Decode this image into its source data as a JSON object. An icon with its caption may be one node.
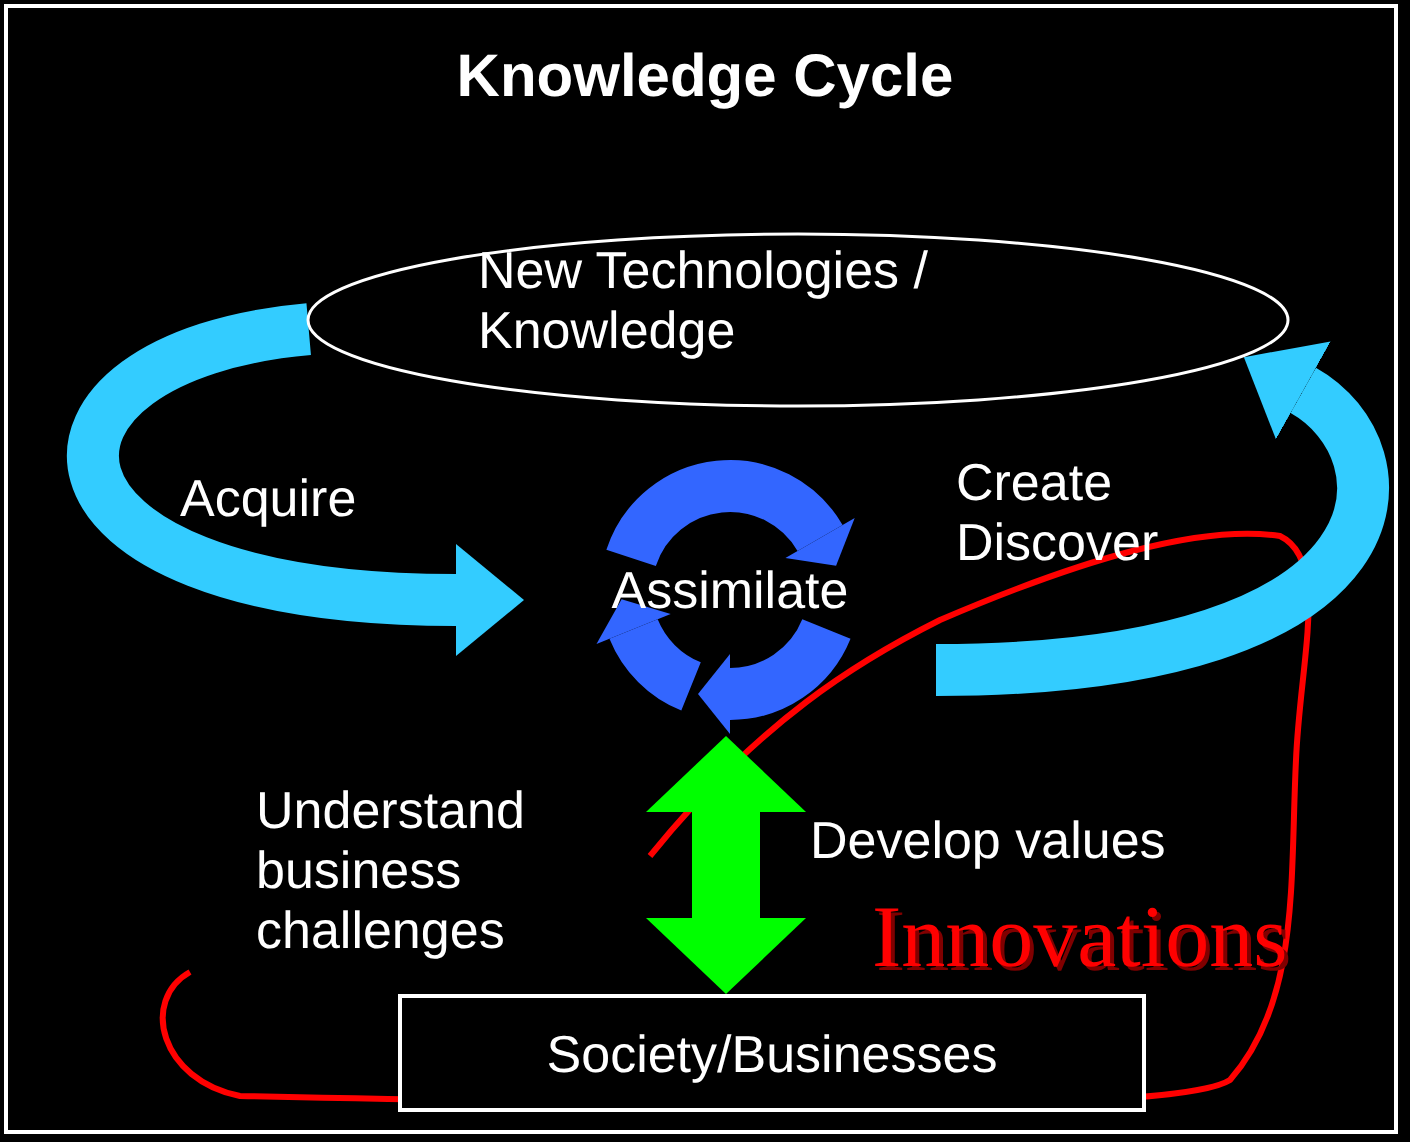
{
  "diagram": {
    "title": "Knowledge Cycle",
    "nodes": [
      {
        "text": [
          "New Technologies / Knowledge"
        ]
      },
      {
        "text": [
          "Assimilate"
        ]
      },
      {
        "text": [
          "Society/Businesses"
        ]
      }
    ],
    "edges": [
      {
        "from": 0,
        "to": 1,
        "arrow": "to",
        "label": "Acquire"
      },
      {
        "from": 1,
        "to": 0,
        "arrow": "to",
        "label": "Create Discover"
      },
      {
        "from": 1,
        "to": 2,
        "arrow": "both",
        "color": "#00ff00"
      }
    ],
    "labels": [
      "Understand business challenges",
      "Develop values",
      "Innovations"
    ]
  }
}
